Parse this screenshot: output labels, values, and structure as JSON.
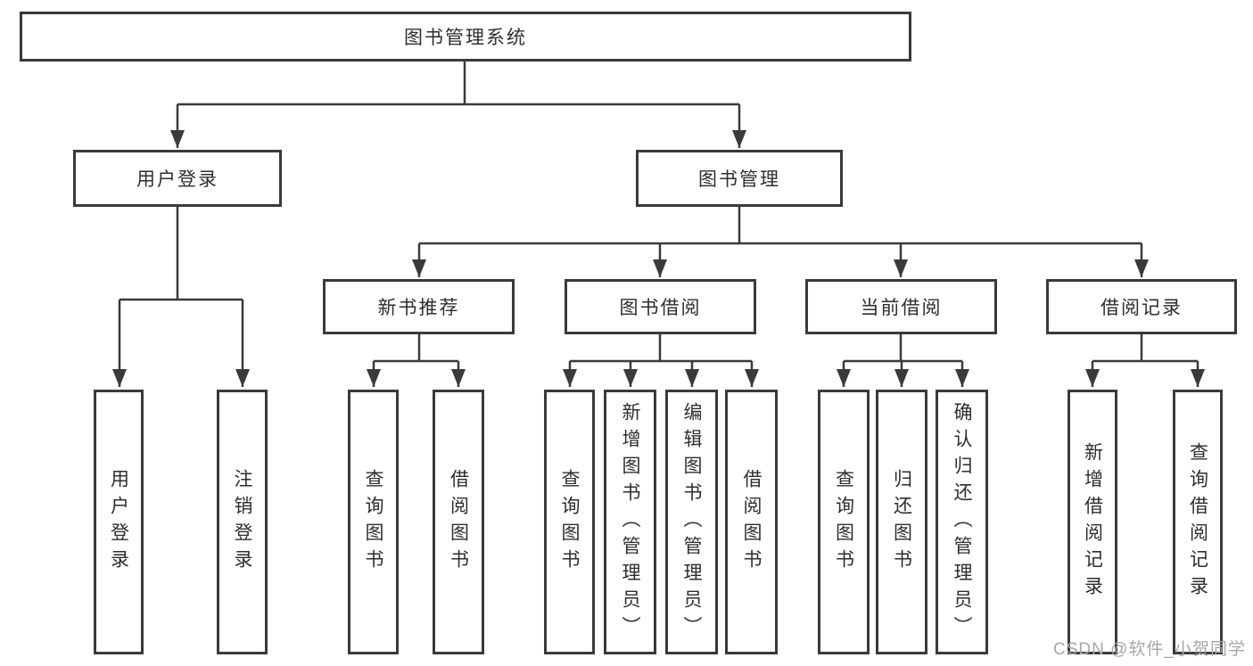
{
  "diagram": {
    "title": "图书管理系统",
    "level2": {
      "user_login": "用户登录",
      "book_mgmt": "图书管理"
    },
    "level3": {
      "new_books": "新书推荐",
      "book_borrow": "图书借阅",
      "current_borrow": "当前借阅",
      "borrow_records": "借阅记录"
    },
    "leaves": {
      "user_login": [
        "用户登录",
        "注销登录"
      ],
      "new_books": [
        "查询图书",
        "借阅图书"
      ],
      "book_borrow": [
        "查询图书",
        "新增图书（管理员）",
        "编辑图书（管理员）",
        "借阅图书"
      ],
      "current_borrow": [
        "查询图书",
        "归还图书",
        "确认归还（管理员）"
      ],
      "borrow_records": [
        "新增借阅记录",
        "查询借阅记录"
      ]
    }
  },
  "watermark": "CSDN @软件_小贺同学",
  "colors": {
    "line": "#3a3a3a",
    "text": "#2e2e2e",
    "watermark": "#a6a6a6",
    "background": "#ffffff"
  }
}
